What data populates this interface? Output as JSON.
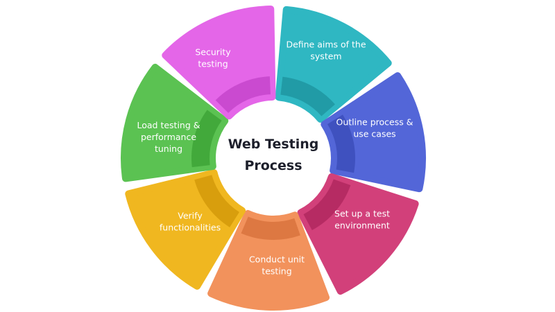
{
  "center_title": {
    "line1": "Web Testing",
    "line2": "Process"
  },
  "segments": [
    {
      "id": "define-aims",
      "lines": [
        "Define aims of the",
        "system"
      ],
      "color": "#2fb7c2",
      "shadow": "#1f97a1"
    },
    {
      "id": "outline-process",
      "lines": [
        "Outline process &",
        "use cases"
      ],
      "color": "#5366d8",
      "shadow": "#3c4dbb"
    },
    {
      "id": "setup-environment",
      "lines": [
        "Set up a test",
        "environment"
      ],
      "color": "#d2407a",
      "shadow": "#b1285f"
    },
    {
      "id": "conduct-unit-testing",
      "lines": [
        "Conduct unit",
        "testing"
      ],
      "color": "#f2925c",
      "shadow": "#d9733d"
    },
    {
      "id": "verify-functionalities",
      "lines": [
        "Verify",
        "functionalities"
      ],
      "color": "#f0b720",
      "shadow": "#d39a0a"
    },
    {
      "id": "load-testing",
      "lines": [
        "Load testing &",
        "performance",
        "tuning"
      ],
      "color": "#5bc252",
      "shadow": "#3ea437"
    },
    {
      "id": "security-testing",
      "lines": [
        "Security",
        "testing"
      ],
      "color": "#e466e8",
      "shadow": "#c645cb"
    }
  ]
}
